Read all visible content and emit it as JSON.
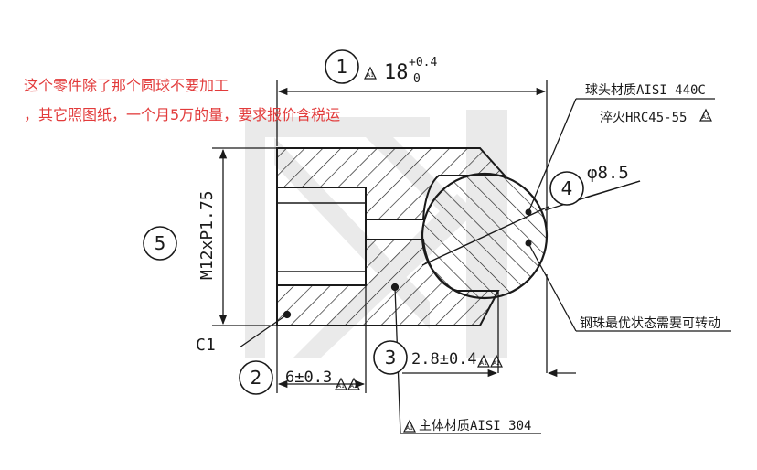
{
  "notes": {
    "line1": "这个零件除了那个圆球不要加工",
    "line2": "，其它照图纸，一个月5万的量，要求报价含税运"
  },
  "balloons": [
    {
      "id": "1",
      "text": "①"
    },
    {
      "id": "2",
      "text": "②"
    },
    {
      "id": "3",
      "text": "③"
    },
    {
      "id": "4",
      "text": "④"
    },
    {
      "id": "5",
      "text": "⑤"
    }
  ],
  "dims": {
    "overall_length": {
      "base": "18",
      "upper": "+0.4",
      "lower": "0",
      "refs": [
        "A1"
      ]
    },
    "thread": "M12xP1.75",
    "chamfer": "C1",
    "bore_depth": {
      "text": "6±0.3",
      "refs": [
        "A1",
        "A2"
      ]
    },
    "ball_protrusion": {
      "text": "2.8±0.4",
      "refs": [
        "A1",
        "A2"
      ]
    },
    "ball_diameter": "φ8.5"
  },
  "labels": {
    "ball_material": "球头材质AISI 440C",
    "ball_hardening": "淬火HRC45-55",
    "ball_hardening_ref": "A2",
    "ball_rotation": "钢珠最优状态需要可转动",
    "body_material": "主体材质AISI 304",
    "body_material_ref": "A1"
  },
  "colors": {
    "line": "#1a1a1a",
    "note_red": "#e23b3b",
    "watermark": "#d9d9d9"
  }
}
